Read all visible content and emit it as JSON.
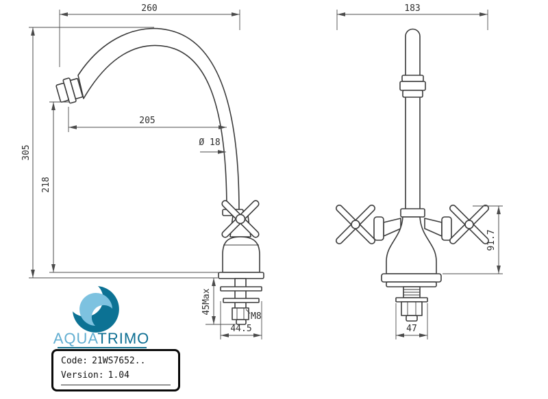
{
  "left_view": {
    "dim_overall_width": "260",
    "dim_spout_reach": "205",
    "dim_spout_diameter": "Ø 18",
    "dim_overall_height": "305",
    "dim_spout_height": "218",
    "dim_deck_max": "45Max",
    "dim_thread": "M8",
    "dim_shank_width": "44.5"
  },
  "right_view": {
    "dim_overall_width": "183",
    "dim_body_height": "91.7",
    "dim_base_width": "47"
  },
  "logo": {
    "brand_part1": "AQUA",
    "brand_part2": "TRIMO"
  },
  "info_box": {
    "code_label": "Code:",
    "code_value": "21WS7652..",
    "version_label": "Version:",
    "version_value": "1.04"
  },
  "colors": {
    "line": "#3a3a3a",
    "logo_dark": "#0c7294",
    "logo_light": "#7dc2e0",
    "brand_light": "#62aed1",
    "brand_dark": "#0e6f93"
  }
}
